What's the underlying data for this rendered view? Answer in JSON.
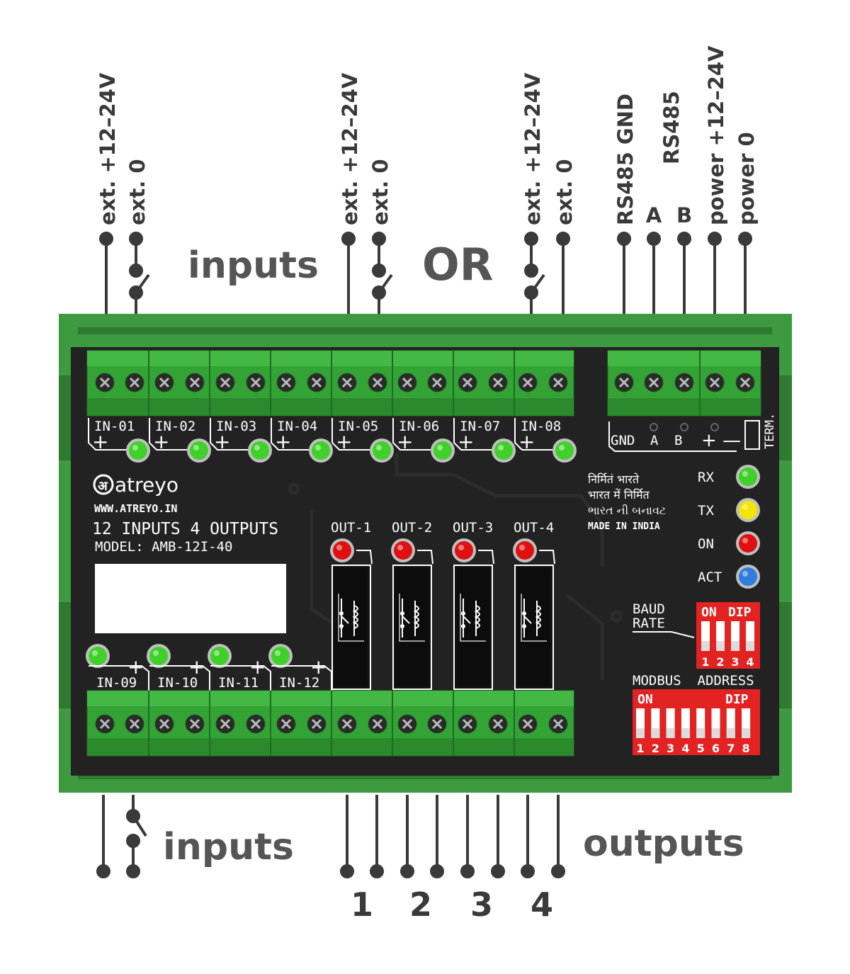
{
  "top_labels": {
    "group1": [
      "ext. +12–24V",
      "ext. 0"
    ],
    "group2": [
      "ext. +12–24V",
      "ext. 0"
    ],
    "group3": [
      "ext. +12–24V",
      "ext. 0"
    ],
    "rs485_gnd": "RS485 GND",
    "rs485": "RS485",
    "rs485_a": "A",
    "rs485_b": "B",
    "power_pos": "power +12–24V",
    "power_neg": "power 0"
  },
  "inputs_label": "inputs",
  "or_label": "OR",
  "outputs_label": "outputs",
  "output_numbers": [
    "1",
    "2",
    "3",
    "4"
  ],
  "top_inputs": [
    "IN-01",
    "IN-02",
    "IN-03",
    "IN-04",
    "IN-05",
    "IN-06",
    "IN-07",
    "IN-08"
  ],
  "bottom_inputs": [
    "IN-09",
    "IN-10",
    "IN-11",
    "IN-12"
  ],
  "plus_sign": "+",
  "outputs": [
    "OUT-1",
    "OUT-2",
    "OUT-3",
    "OUT-4"
  ],
  "logo": "atreyo",
  "logo_glyph": "अ",
  "website": "WWW.ATREYO.IN",
  "product_line": "12 INPUTS 4 OUTPUTS",
  "model": "MODEL: AMB-12I-40",
  "made_in": [
    "निर्मितं भारते",
    "भारत में निर्मित",
    "ભારત ની બનાવટ",
    "MADE IN INDIA"
  ],
  "rs485_terminal": {
    "gnd": "GND",
    "a": "A",
    "b": "B",
    "term_signs": "+ —",
    "term": "TERM."
  },
  "status_leds": [
    {
      "label": "RX",
      "color": "#3fd12a"
    },
    {
      "label": "TX",
      "color": "#f3e600"
    },
    {
      "label": "ON",
      "color": "#e01010"
    },
    {
      "label": "ACT",
      "color": "#2f7de0"
    }
  ],
  "baud_rate": {
    "label_1": "BAUD",
    "label_2": "RATE",
    "on": "ON",
    "dip": "DIP",
    "switches": [
      "1",
      "2",
      "3",
      "4"
    ]
  },
  "modbus": {
    "label": "MODBUS  ADDRESS",
    "on": "ON",
    "dip": "DIP",
    "switches": [
      "1",
      "2",
      "3",
      "4",
      "5",
      "6",
      "7",
      "8"
    ]
  },
  "colors": {
    "case": "#3d9a40",
    "board": "#222222",
    "terminal": "#34a336",
    "led_green": "#3fd12a",
    "led_red": "#e01010",
    "dip": "#e32222",
    "ink": "#3a3a3a"
  }
}
